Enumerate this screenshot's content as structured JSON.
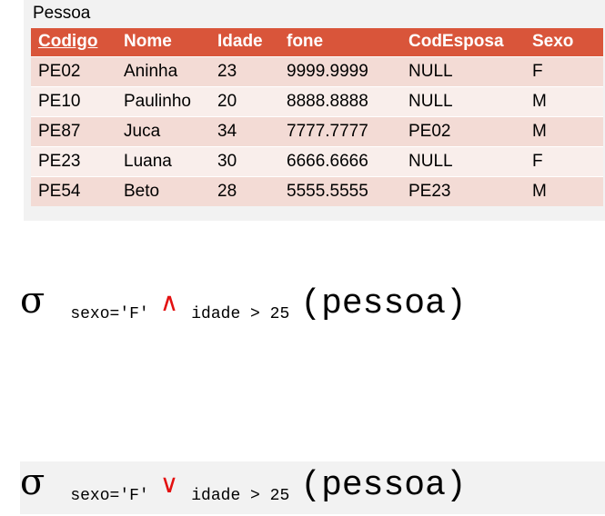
{
  "table": {
    "caption": "Pessoa",
    "headers": [
      "Codigo",
      "Nome",
      "Idade",
      "fone",
      "CodEsposa",
      "Sexo"
    ],
    "rows": [
      [
        "PE02",
        "Aninha",
        "23",
        "9999.9999",
        "NULL",
        "F"
      ],
      [
        "PE10",
        "Paulinho",
        "20",
        "8888.8888",
        "NULL",
        "M"
      ],
      [
        "PE87",
        "Juca",
        "34",
        "7777.7777",
        "PE02",
        "M"
      ],
      [
        "PE23",
        "Luana",
        "30",
        "6666.6666",
        "NULL",
        "F"
      ],
      [
        "PE54",
        "Beto",
        "28",
        "5555.5555",
        "PE23",
        "M"
      ]
    ]
  },
  "expressions": [
    {
      "sigma": "σ",
      "left_condition": "sexo='F'",
      "operator": "∧",
      "right_condition": "idade > 25",
      "relation": "(pessoa)"
    },
    {
      "sigma": "σ",
      "left_condition": "sexo='F'",
      "operator": "∨",
      "right_condition": "idade > 25",
      "relation": "(pessoa)"
    }
  ],
  "colors": {
    "header_bg": "#d9553a",
    "row_odd": "#f3dbd5",
    "row_even": "#f9eeeb",
    "operator": "#e31010"
  }
}
